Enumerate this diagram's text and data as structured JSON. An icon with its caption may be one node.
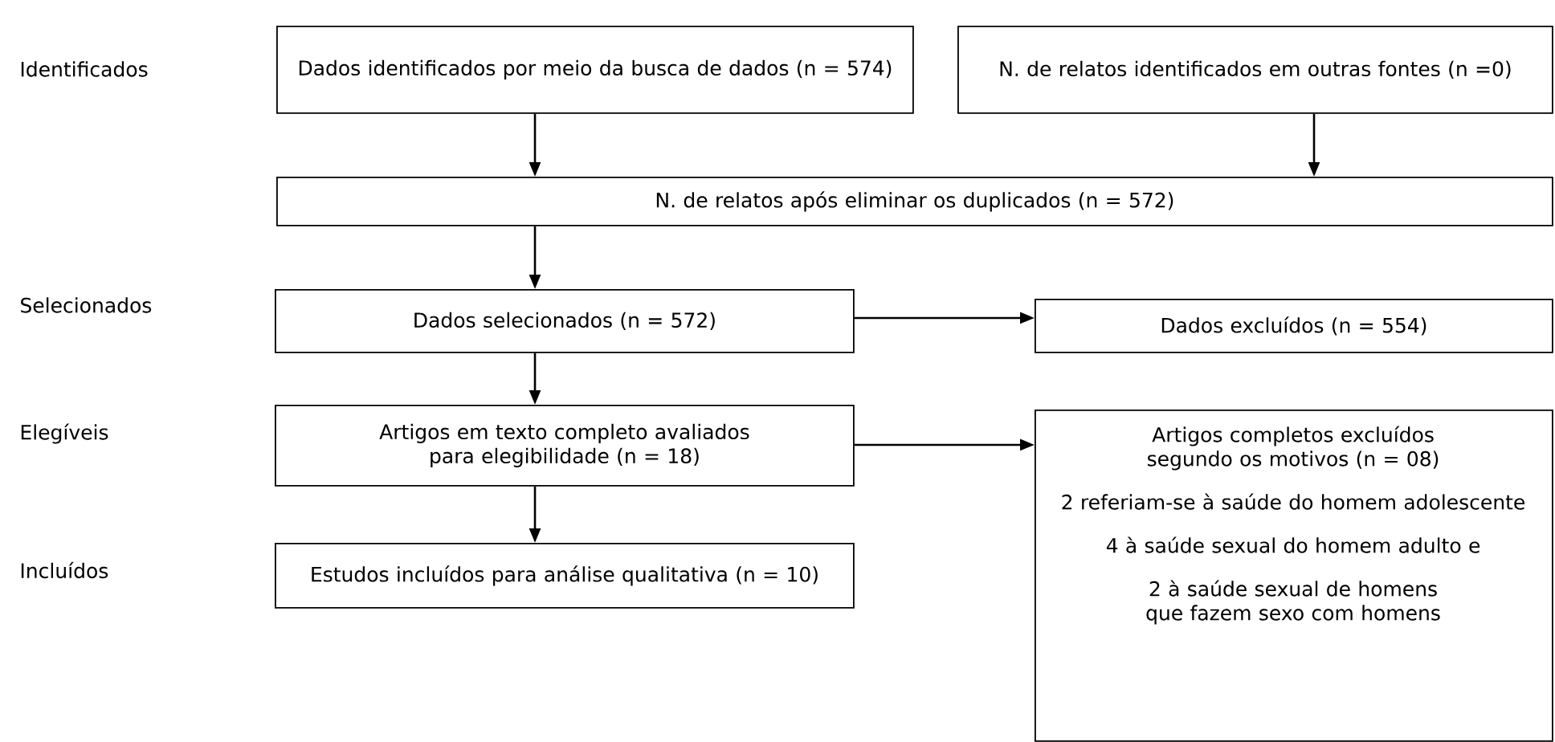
{
  "diagram": {
    "nodes": [
      {
        "text": [
          "Dados identificados por meio da busca de dados (n = 574)"
        ]
      },
      {
        "text": [
          "N. de relatos identificados em outras fontes (n =0)"
        ]
      },
      {
        "text": [
          "N. de relatos após eliminar os duplicados (n = 572)"
        ]
      },
      {
        "text": [
          "Dados selecionados (n = 572)"
        ]
      },
      {
        "text": [
          "Dados excluídos (n = 554)"
        ]
      },
      {
        "text": [
          "Artigos em texto completo avaliados para elegibilidade (n = 18)"
        ]
      },
      {
        "text": [
          "Artigos completos excluídos segundo os motivos (n = 08)",
          "2 referiam-se à saúde do homem adolescente",
          "4 à saúde sexual do homem adulto e",
          "2 à saúde sexual de homens que fazem sexo com homens"
        ]
      },
      {
        "text": [
          "Estudos incluídos para análise qualitativa (n = 10)"
        ]
      }
    ],
    "edges": [
      {
        "from": 0,
        "to": 2,
        "arrow": "to"
      },
      {
        "from": 1,
        "to": 2,
        "arrow": "to"
      },
      {
        "from": 2,
        "to": 3,
        "arrow": "to"
      },
      {
        "from": 3,
        "to": 4,
        "arrow": "to"
      },
      {
        "from": 3,
        "to": 5,
        "arrow": "to"
      },
      {
        "from": 5,
        "to": 6,
        "arrow": "to"
      },
      {
        "from": 5,
        "to": 7,
        "arrow": "to"
      }
    ],
    "labels": [
      "Identificados",
      "Selecionados",
      "Elegíveis",
      "Incluídos"
    ]
  }
}
